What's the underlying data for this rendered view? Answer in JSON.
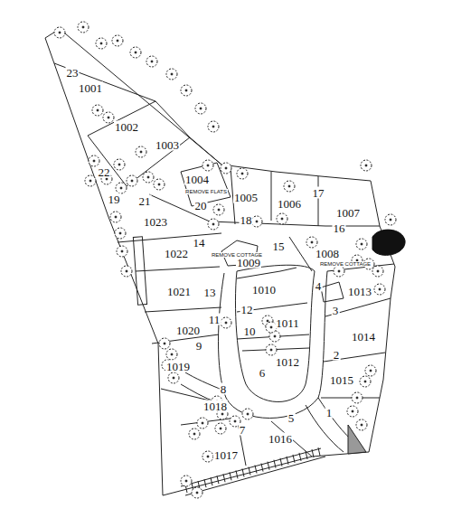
{
  "diagram": {
    "labels": [
      "23",
      "1001",
      "1002",
      "22",
      "1003",
      "21",
      "1004",
      "REMOVE FLATS",
      "20",
      "1005",
      "1006",
      "17",
      "1007",
      "16",
      "19",
      "18",
      "1023",
      "15",
      "1009",
      "REMOVE COTTAGE",
      "1008",
      "REMOVE COTTAGE",
      "14",
      "1022",
      "1021",
      "13",
      "1010",
      "4",
      "1013",
      "12",
      "3",
      "11",
      "1011",
      "1020",
      "10",
      "1014",
      "9",
      "1019",
      "1012",
      "2",
      "6",
      "1015",
      "8",
      "1018",
      "5",
      "1",
      "7",
      "1017",
      "1016"
    ]
  }
}
